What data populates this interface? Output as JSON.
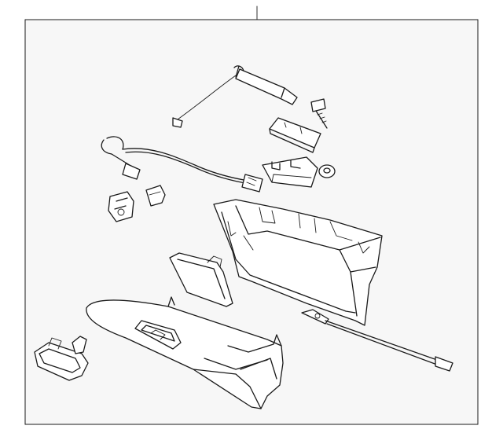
{
  "diagram": {
    "background_color": "#f7f7f7",
    "line_color": "#1a1a1a",
    "parts": [
      "grab-handle-rod",
      "wire-harness",
      "mounting-screw",
      "latch-bracket",
      "striker-latch",
      "rubber-grommet",
      "connector-socket",
      "clip-connector",
      "glove-box-bin",
      "lamp-lens",
      "glove-box-door",
      "damper-strap",
      "door-handle-latch"
    ]
  }
}
